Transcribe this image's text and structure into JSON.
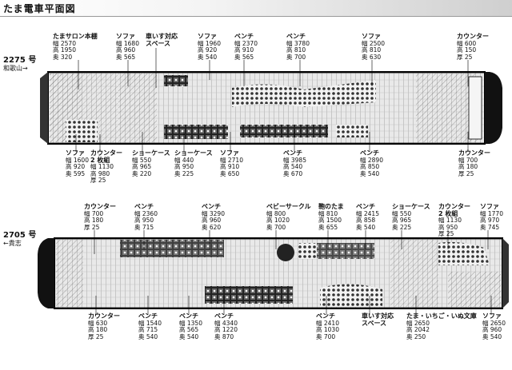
{
  "title": "たま電車平面図",
  "trains": [
    {
      "id": "2275 号",
      "direction": "和歌山→",
      "top_labels": [
        {
          "name": "たまサロン本棚",
          "lines": [
            "幅 2570",
            "高 1950",
            "奥 320"
          ]
        },
        {
          "name": "ソファ",
          "lines": [
            "幅 1680",
            "高 960",
            "奥 565"
          ]
        },
        {
          "name": "車いす対応スペース",
          "lines": []
        },
        {
          "name": "ソファ",
          "lines": [
            "幅 1960",
            "高 920",
            "奥 540"
          ]
        },
        {
          "name": "ベンチ",
          "lines": [
            "幅 2370",
            "高 910",
            "奥 565"
          ]
        },
        {
          "name": "ベンチ",
          "lines": [
            "幅 3780",
            "高 810",
            "奥 700"
          ]
        },
        {
          "name": "ソファ",
          "lines": [
            "幅 2500",
            "高 810",
            "奥 630"
          ]
        },
        {
          "name": "カウンター",
          "lines": [
            "幅 600",
            "高 150",
            "厚 25"
          ]
        }
      ],
      "bottom_labels": [
        {
          "name": "ソファ",
          "lines": [
            "幅 1600",
            "高 920",
            "奥 595"
          ]
        },
        {
          "name": "カウンター 2 枚組",
          "lines": [
            "幅 1130",
            "高 980",
            "厚 25"
          ]
        },
        {
          "name": "ショーケース",
          "lines": [
            "幅 550",
            "高 965",
            "奥 220"
          ]
        },
        {
          "name": "ショーケース",
          "lines": [
            "幅 440",
            "高 950",
            "奥 225"
          ]
        },
        {
          "name": "ソファ",
          "lines": [
            "幅 2710",
            "高 910",
            "奥 650"
          ]
        },
        {
          "name": "ベンチ",
          "lines": [
            "幅 3985",
            "高 540",
            "奥 670"
          ]
        },
        {
          "name": "ベンチ",
          "lines": [
            "幅 2890",
            "高 850",
            "奥 540"
          ]
        },
        {
          "name": "カウンター",
          "lines": [
            "幅 700",
            "高 180",
            "厚 25"
          ]
        }
      ]
    },
    {
      "id": "2705 号",
      "direction": "←貴志",
      "top_labels": [
        {
          "name": "カウンター",
          "lines": [
            "幅 700",
            "高 180",
            "厚 25"
          ]
        },
        {
          "name": "ベンチ",
          "lines": [
            "幅 2360",
            "高 950",
            "奥 715"
          ]
        },
        {
          "name": "ベンチ",
          "lines": [
            "幅 3290",
            "高 960",
            "奥 620"
          ]
        },
        {
          "name": "ベビーサークル",
          "lines": [
            "幅 800",
            "高 1020",
            "奥 700"
          ]
        },
        {
          "name": "鞄のたま",
          "lines": [
            "幅 810",
            "高 1500",
            "奥 655"
          ]
        },
        {
          "name": "ベンチ",
          "lines": [
            "幅 2415",
            "高 858",
            "奥 540"
          ]
        },
        {
          "name": "ショーケース",
          "lines": [
            "幅 550",
            "高 965",
            "奥 225"
          ]
        },
        {
          "name": "カウンター 2 枚組",
          "lines": [
            "幅 1130",
            "高 950",
            "厚 25"
          ]
        },
        {
          "name": "ソファ",
          "lines": [
            "幅 1770",
            "高 970",
            "奥 745"
          ]
        }
      ],
      "bottom_labels": [
        {
          "name": "カウンター",
          "lines": [
            "幅 630",
            "高 180",
            "厚 25"
          ]
        },
        {
          "name": "ベンチ",
          "lines": [
            "幅 1540",
            "高 715",
            "奥 540"
          ]
        },
        {
          "name": "ベンチ",
          "lines": [
            "幅 1350",
            "高 565",
            "奥 540"
          ]
        },
        {
          "name": "ベンチ",
          "lines": [
            "幅 4340",
            "高 1220",
            "奥 870"
          ]
        },
        {
          "name": "ベンチ",
          "lines": [
            "幅 2410",
            "高 1030",
            "奥 700"
          ]
        },
        {
          "name": "車いす対応スペース",
          "lines": []
        },
        {
          "name": "たま・いちご・いぬ文庫",
          "lines": [
            "幅 2650",
            "高 2042",
            "奥 250"
          ]
        },
        {
          "name": "ソファ",
          "lines": [
            "幅 2650",
            "高 960",
            "奥 540"
          ]
        }
      ]
    }
  ]
}
